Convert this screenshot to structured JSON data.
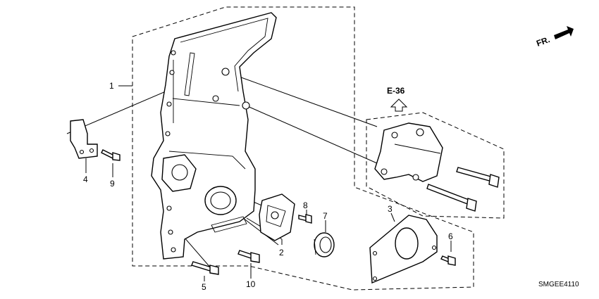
{
  "diagram": {
    "callouts": [
      "1",
      "2",
      "3",
      "4",
      "5",
      "6",
      "7",
      "8",
      "9",
      "10"
    ],
    "reference": "E-36",
    "direction_label": "FR.",
    "drawing_code": "SMGEE4110"
  }
}
